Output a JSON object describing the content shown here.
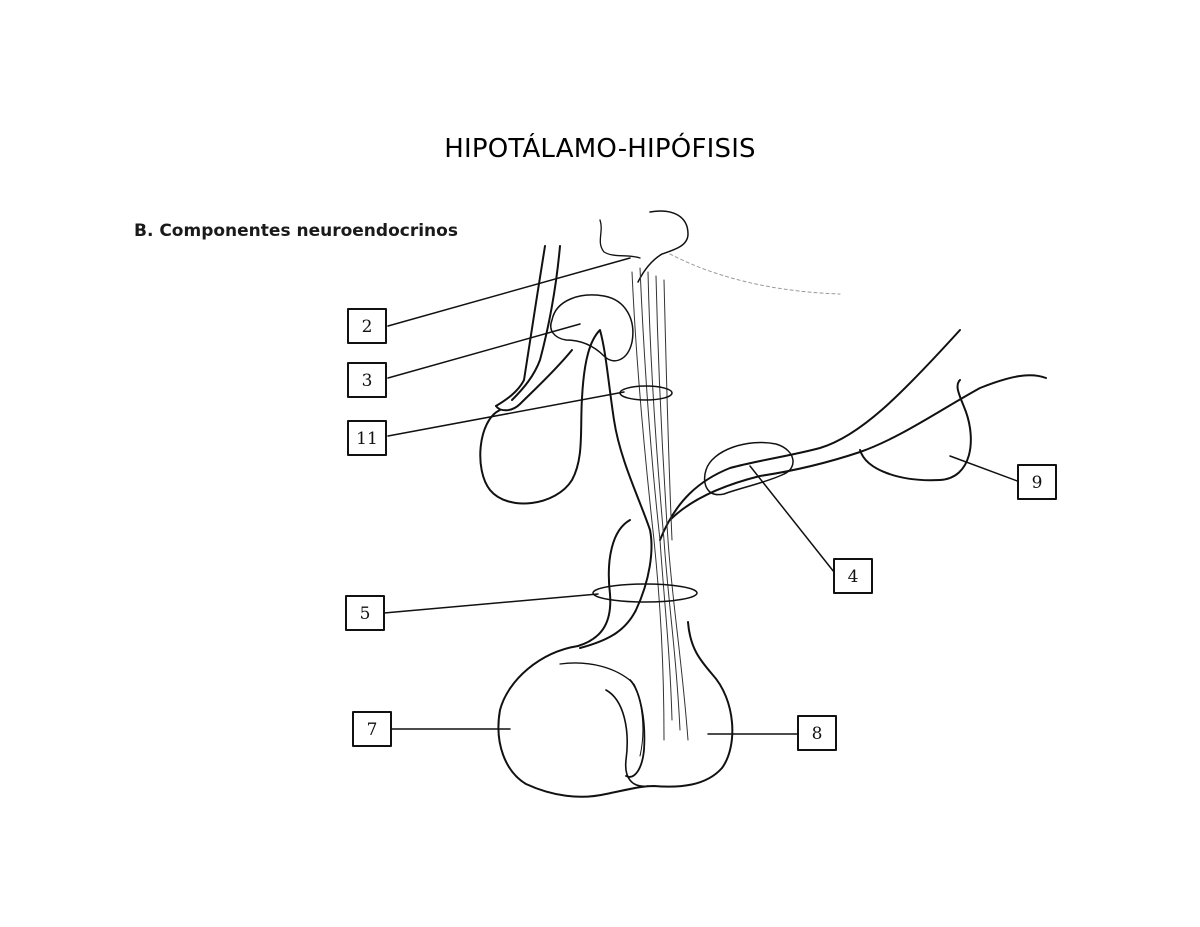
{
  "page": {
    "title": "HIPOTÁLAMO-HIPÓFISIS",
    "subtitle": "B. Componentes neuroendocrinos"
  },
  "labels": [
    {
      "id": "2",
      "text": "2"
    },
    {
      "id": "3",
      "text": "3"
    },
    {
      "id": "11",
      "text": "11"
    },
    {
      "id": "5",
      "text": "5"
    },
    {
      "id": "7",
      "text": "7"
    },
    {
      "id": "4",
      "text": "4"
    },
    {
      "id": "9",
      "text": "9"
    },
    {
      "id": "8",
      "text": "8"
    }
  ]
}
